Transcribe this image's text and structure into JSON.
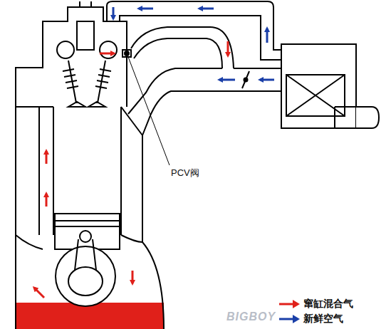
{
  "diagram": {
    "labels": [
      "PCV阀",
      "BIGBOY"
    ],
    "legend": [
      {
        "text": "窜缸混合气"
      },
      {
        "text": "新鲜空气"
      }
    ]
  }
}
